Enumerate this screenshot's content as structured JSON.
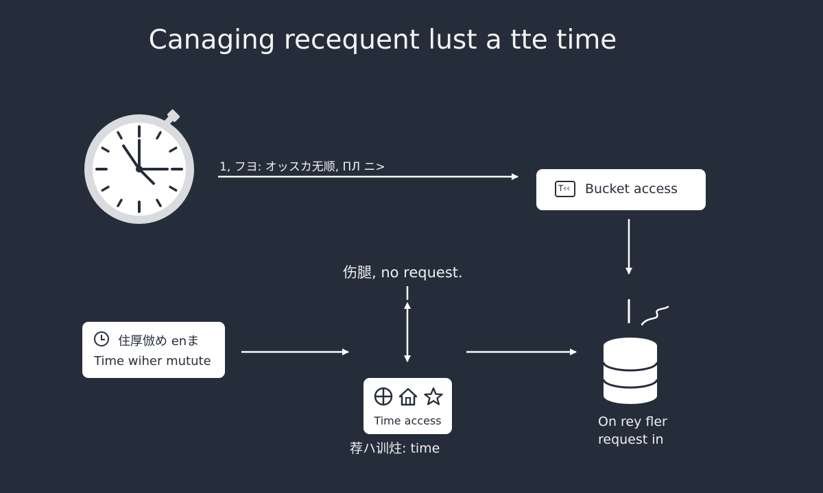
{
  "title": "Canaging recequent lust a tte time",
  "labels": {
    "top_arrow": "1, フヨ: オッスカ无顺, ΠЛ ニ>",
    "no_request": "伤腿, no request.",
    "bottom_time": "荐ハ训炷: time",
    "db_caption_line1": "On rey fler",
    "db_caption_line2": "request in"
  },
  "boxes": {
    "bucket": {
      "icon_text": "T‹‹",
      "label": "Bucket access"
    },
    "left": {
      "line1": "住厚倣め enま",
      "line2": "Time wiher mutute"
    },
    "center": {
      "label": "Time access"
    }
  },
  "colors": {
    "background": "#262d3a",
    "foreground": "#ffffff",
    "clock_face": "#ffffff",
    "clock_ring": "#d9dbde"
  }
}
